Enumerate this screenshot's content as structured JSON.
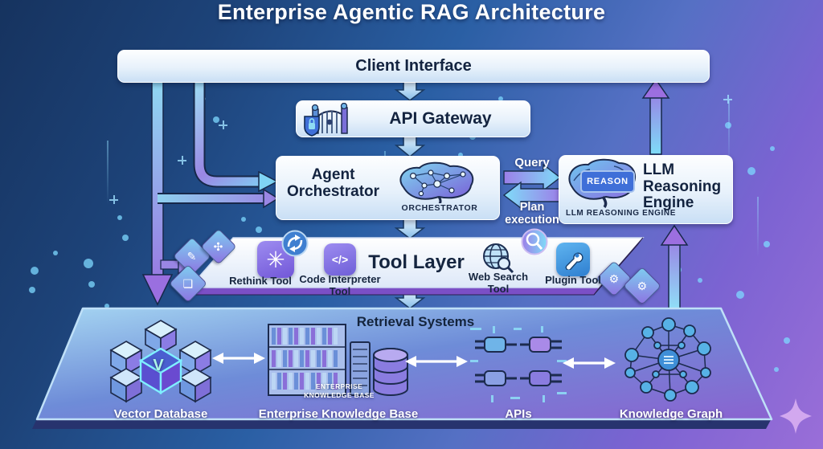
{
  "title": "Enterprise Agentic RAG Architecture",
  "client_interface": {
    "label": "Client Interface"
  },
  "api_gateway": {
    "label": "API Gateway"
  },
  "orchestrator": {
    "label": "Agent Orchestrator",
    "caption": "ORCHESTRATOR"
  },
  "llm": {
    "label": "LLM Reasoning Engine",
    "caption": "LLM REASONING ENGINE",
    "badge": "REASON"
  },
  "flows": {
    "query": "Query",
    "plan_execution": "Plan execution"
  },
  "tool_layer": {
    "title": "Tool Layer",
    "tools": [
      {
        "label": "Rethink Tool"
      },
      {
        "label": "Code Interpreter Tool"
      },
      {
        "label": "Web Search Tool"
      },
      {
        "label": "Plugin Tool"
      }
    ]
  },
  "retrieval": {
    "title": "Retrieval Systems",
    "items": [
      {
        "label": "Vector Database",
        "icon_letter": "V"
      },
      {
        "label": "Enterprise Knowledge Base",
        "caption": "ENTERPRISE KNOWLEDGE BASE"
      },
      {
        "label": "APIs"
      },
      {
        "label": "Knowledge Graph"
      }
    ]
  },
  "icons": {
    "rethink_glyph": "✳",
    "code_glyph": "</>",
    "pen_glyph": "✎",
    "molecule_glyph": "✣",
    "chat_glyph": "❏",
    "gear_glyph": "⚙"
  },
  "colors": {
    "background_start": "#16335f",
    "background_end": "#9a6ed8",
    "accent_cyan": "#7fdcf8",
    "accent_purple": "#9a6fe0",
    "box_fill": "#e7f1fb",
    "panel_purple": "#8a63d0"
  }
}
